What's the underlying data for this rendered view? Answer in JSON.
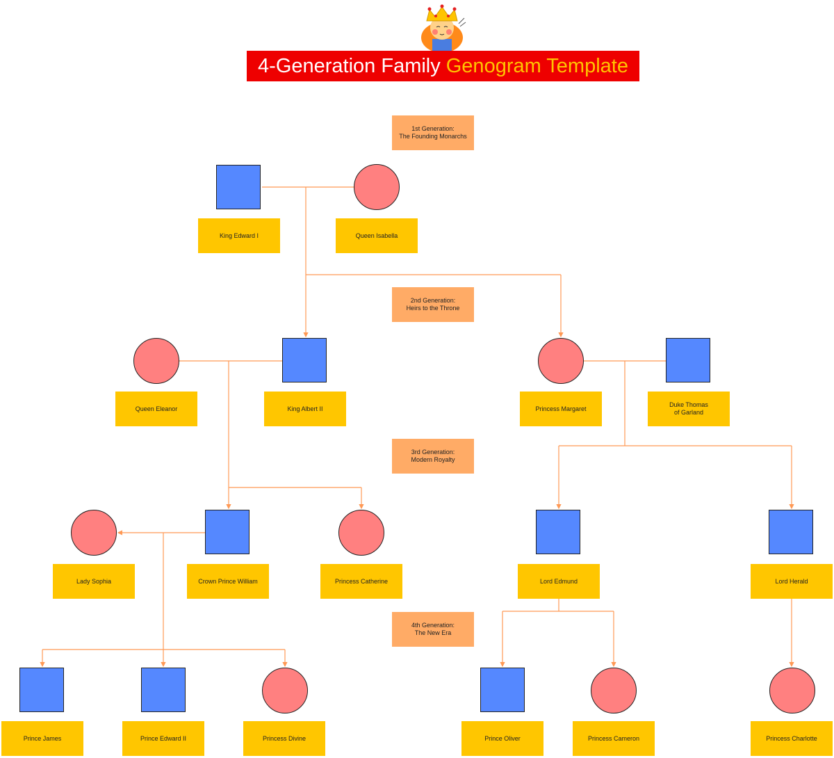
{
  "title": {
    "part1": "4-Generation Family",
    "part2": "Genogram Template"
  },
  "mascot": {
    "icon": "crowned-queen-icon"
  },
  "colors": {
    "title_bg": "#ee0000",
    "title_accent": "#ffc400",
    "male": "#5588ff",
    "female": "#ff8080",
    "name_box": "#ffc600",
    "generation_box": "#ffab66",
    "connector": "#ff9955"
  },
  "generations": [
    {
      "line1": "1st Generation:",
      "line2": "The Founding Monarchs"
    },
    {
      "line1": "2nd Generation:",
      "line2": "Heirs to the Throne"
    },
    {
      "line1": "3rd Generation:",
      "line2": "Modern Royalty"
    },
    {
      "line1": "4th Generation:",
      "line2": "The New Era"
    }
  ],
  "people": [
    {
      "line1": "King Edward I",
      "line2": "",
      "sex": "male"
    },
    {
      "line1": "Queen Isabella",
      "line2": "",
      "sex": "female"
    },
    {
      "line1": "Queen Eleanor",
      "line2": "",
      "sex": "female"
    },
    {
      "line1": "King Albert II",
      "line2": "",
      "sex": "male"
    },
    {
      "line1": "Princess Margaret",
      "line2": "",
      "sex": "female"
    },
    {
      "line1": "Duke Thomas",
      "line2": "of Garland",
      "sex": "male"
    },
    {
      "line1": "Lady Sophia",
      "line2": "",
      "sex": "female"
    },
    {
      "line1": "Crown Prince William",
      "line2": "",
      "sex": "male"
    },
    {
      "line1": "Princess Catherine",
      "line2": "",
      "sex": "female"
    },
    {
      "line1": "Lord Edmund",
      "line2": "",
      "sex": "male"
    },
    {
      "line1": "Lord Herald",
      "line2": "",
      "sex": "male"
    },
    {
      "line1": "Prince James",
      "line2": "",
      "sex": "male"
    },
    {
      "line1": "Prince Edward II",
      "line2": "",
      "sex": "male"
    },
    {
      "line1": "Princess Divine",
      "line2": "",
      "sex": "female"
    },
    {
      "line1": "Prince Oliver",
      "line2": "",
      "sex": "male"
    },
    {
      "line1": "Princess Cameron",
      "line2": "",
      "sex": "female"
    },
    {
      "line1": "Princess Charlotte",
      "line2": "",
      "sex": "female"
    }
  ]
}
